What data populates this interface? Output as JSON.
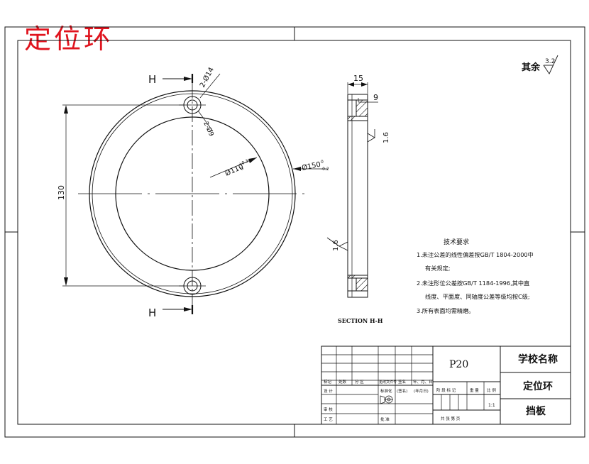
{
  "drawing_title": "定位环",
  "view_label_top": "H",
  "view_label_bottom": "H",
  "dims": {
    "hole_callout": "2-Ø14",
    "chamfer_callout": "2-Ø9",
    "inner_dia": "Ø110",
    "inner_dia_tol_upper": "+0.3",
    "inner_dia_tol_lower": "0",
    "outer_dia": "Ø150",
    "outer_dia_tol_upper": "0",
    "outer_dia_tol_lower": "-0.2",
    "vertical_130": "130",
    "width_15": "15",
    "depth_9": "9",
    "rough_side": "1.6",
    "rough_left": "1.6"
  },
  "surface_note": {
    "label": "其余",
    "value": "3.2"
  },
  "section_label": "SECTION H-H",
  "tech_requirements": {
    "title": "技术要求",
    "items": [
      "1.未注公差的线性偏差按GB/T 1804-2000中",
      "有关规定;",
      "2.未注形位公差按GB/T 1184-1996,其中直",
      "线度、平面度、同轴度公差等级均按C级;",
      "3.所有表面均需精磨。"
    ]
  },
  "title_block": {
    "part_no": "P20",
    "school": "学校名称",
    "part_name": "定位环",
    "drawing_name": "挡板",
    "scale": "1:1",
    "row_headers": [
      "标记",
      "处数",
      "分 区",
      "更改文件号",
      "签名",
      "年、月、日"
    ],
    "designer": "设 计",
    "standardize": "标准化",
    "sign_hint": "(签名)",
    "date_hint": "(年月日)",
    "stage_headers": [
      "阶 段 标 记",
      "重 量",
      "比 例"
    ],
    "reviewer": "审 核",
    "process": "工 艺",
    "approve": "批 准",
    "sheet_info": "共  张  第  页"
  }
}
